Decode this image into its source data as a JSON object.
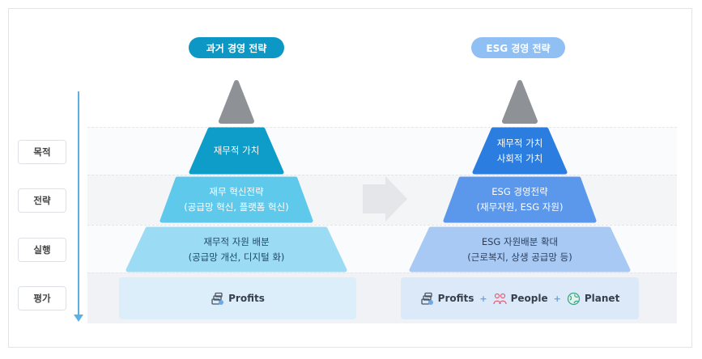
{
  "headers": {
    "past": {
      "label": "과거 경영 전략",
      "color": "#0c97c4"
    },
    "esg": {
      "label": "ESG 경영 전략",
      "color": "#8fbff3"
    }
  },
  "rows": [
    "목적",
    "전략",
    "실행",
    "평가"
  ],
  "past_pyramid": {
    "goal": "재무적 가치",
    "strategy": [
      "재무 혁신전략",
      "(공급망 혁신, 플랫폼 혁신)"
    ],
    "execution": [
      "재무적 자원 배분",
      "(공급망 개선, 디지털 화)"
    ],
    "evaluation": {
      "label": "Profits",
      "icon": "money-stack-icon"
    }
  },
  "esg_pyramid": {
    "goal": [
      "재무적 가치",
      "사회적 가치"
    ],
    "strategy": [
      "ESG 경영전략",
      "(재무자원, ESG 자원)"
    ],
    "execution": [
      "ESG 자원배분 확대",
      "(근로복지, 상생 공급망 등)"
    ],
    "evaluation": [
      {
        "label": "Profits",
        "icon": "money-stack-icon"
      },
      {
        "label": "People",
        "icon": "people-icon"
      },
      {
        "label": "Planet",
        "icon": "globe-icon"
      }
    ],
    "separator": "+"
  },
  "colors": {
    "apex": "#8e9196",
    "past_goal": "#0d9dc8",
    "past_strategy": "#5fc9ec",
    "past_execution": "#9bdcf4",
    "past_base": "#dceefa",
    "esg_goal": "#2c7de0",
    "esg_strategy": "#5b97ea",
    "esg_execution": "#a8c9f4",
    "esg_base": "#dce9f8",
    "axis": "#5bb1e4",
    "transition_arrow": "#e4e6ea"
  }
}
